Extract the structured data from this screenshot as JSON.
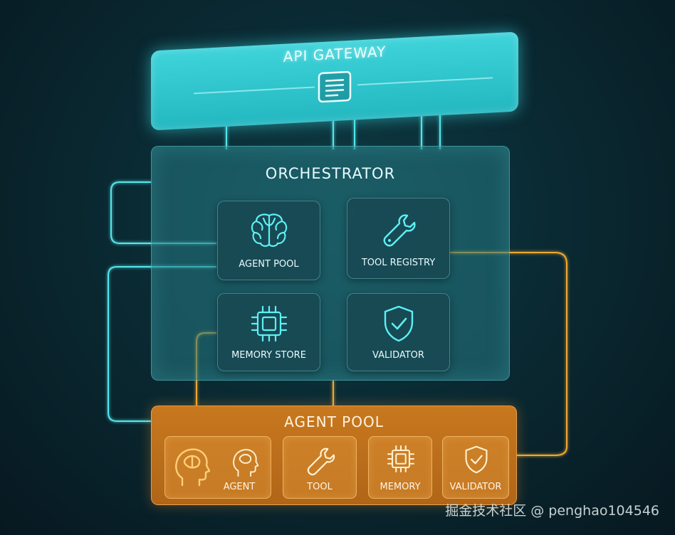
{
  "gateway": {
    "title": "API GATEWAY",
    "icon": "document-list-icon"
  },
  "orchestrator": {
    "title": "ORCHESTRATOR",
    "cards": [
      {
        "label": "AGENT POOL",
        "icon": "brain-icon"
      },
      {
        "label": "TOOL REGISTRY",
        "icon": "wrench-icon"
      },
      {
        "label": "MEMORY STORE",
        "icon": "chip-icon"
      },
      {
        "label": "VALIDATOR",
        "icon": "shield-check-icon"
      }
    ]
  },
  "agent_pool": {
    "title": "AGENT POOL",
    "cards": [
      {
        "label": "AGENT",
        "icon": "head-brain-icon"
      },
      {
        "label": "TOOL",
        "icon": "wrench-icon"
      },
      {
        "label": "MEMORY",
        "icon": "chip-icon"
      },
      {
        "label": "VALIDATOR",
        "icon": "shield-check-icon"
      }
    ]
  },
  "watermark": "掘金技术社区 @ penghao104546",
  "colors": {
    "cyan": "#3fd4da",
    "orange": "#f0a030",
    "panel": "#1f5c66"
  }
}
